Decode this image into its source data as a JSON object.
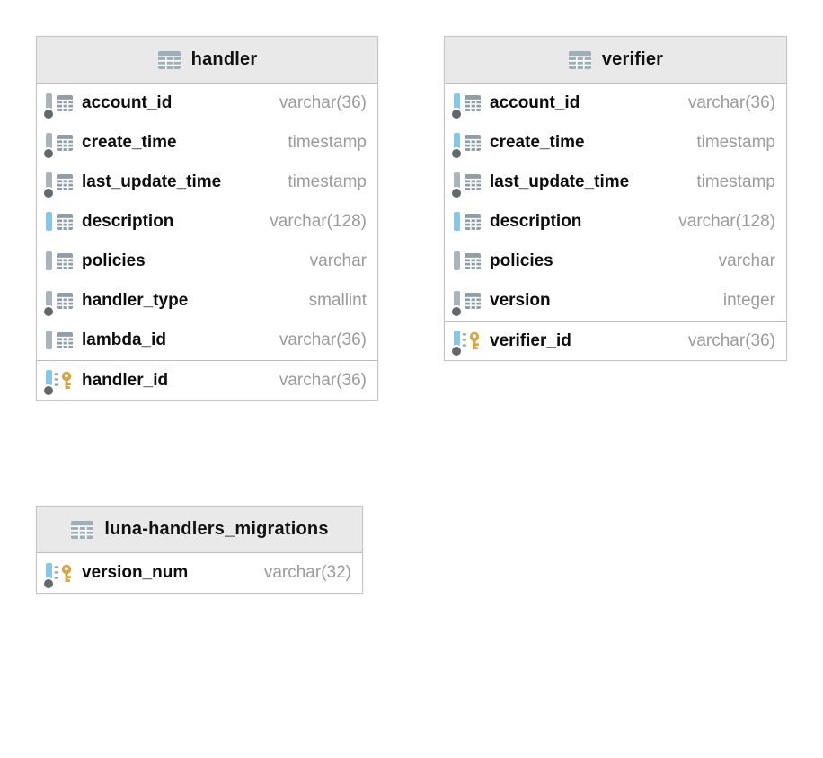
{
  "diagram": {
    "colors": {
      "primary_key_gold": "#d8a53f",
      "not_null_bar_blue": "#7dcbec",
      "column_bar_gray": "#a9b5bd",
      "index_dot_gray": "#63686b",
      "header_background": "#e9e9e9",
      "type_text_gray": "#9b9b9b",
      "entity_border": "#c5c5c5"
    },
    "icons": {
      "table": "grid-glyph",
      "column": "grid-glyph-with-bar",
      "primary_key": "gold-key",
      "index_marker": "gray-dot"
    },
    "tables": [
      {
        "name": "handler",
        "columns": [
          {
            "name": "account_id",
            "type": "varchar(36)",
            "flags": "bar-gray dot"
          },
          {
            "name": "create_time",
            "type": "timestamp",
            "flags": "bar-gray dot"
          },
          {
            "name": "last_update_time",
            "type": "timestamp",
            "flags": "bar-gray dot"
          },
          {
            "name": "description",
            "type": "varchar(128)",
            "flags": "bar-blue"
          },
          {
            "name": "policies",
            "type": "varchar",
            "flags": "bar-gray"
          },
          {
            "name": "handler_type",
            "type": "smallint",
            "flags": "bar-gray dot"
          },
          {
            "name": "lambda_id",
            "type": "varchar(36)",
            "flags": "bar-gray"
          },
          {
            "name": "handler_id",
            "type": "varchar(36)",
            "flags": "bar-blue dot key",
            "primary_key": true
          }
        ]
      },
      {
        "name": "verifier",
        "columns": [
          {
            "name": "account_id",
            "type": "varchar(36)",
            "flags": "bar-blue dot"
          },
          {
            "name": "create_time",
            "type": "timestamp",
            "flags": "bar-blue dot"
          },
          {
            "name": "last_update_time",
            "type": "timestamp",
            "flags": "bar-gray dot"
          },
          {
            "name": "description",
            "type": "varchar(128)",
            "flags": "bar-blue"
          },
          {
            "name": "policies",
            "type": "varchar",
            "flags": "bar-gray"
          },
          {
            "name": "version",
            "type": "integer",
            "flags": "bar-gray dot"
          },
          {
            "name": "verifier_id",
            "type": "varchar(36)",
            "flags": "bar-blue dot key",
            "primary_key": true
          }
        ]
      },
      {
        "name": "luna-handlers_migrations",
        "columns": [
          {
            "name": "version_num",
            "type": "varchar(32)",
            "flags": "bar-blue dot key",
            "primary_key": true
          }
        ]
      }
    ]
  }
}
